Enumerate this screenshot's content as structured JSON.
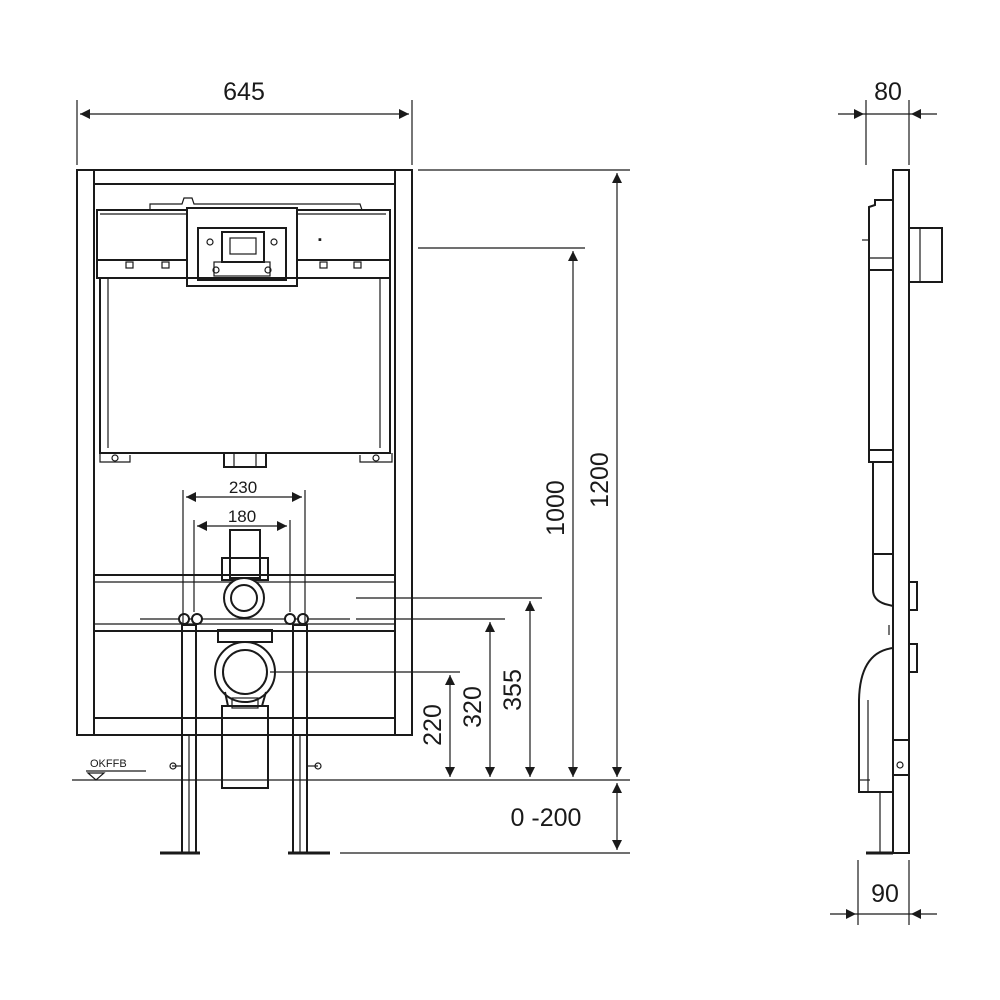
{
  "front_view": {
    "width_label": "645",
    "spacing_outer_label": "230",
    "spacing_inner_label": "180",
    "okffb_label": "OKFFB"
  },
  "heights": {
    "total_label": "1200",
    "tank_label": "1000",
    "h355_label": "355",
    "h320_label": "320",
    "h220_label": "220",
    "adjust_label": "0 -200"
  },
  "side_view": {
    "top_depth_label": "80",
    "bottom_depth_label": "90"
  }
}
